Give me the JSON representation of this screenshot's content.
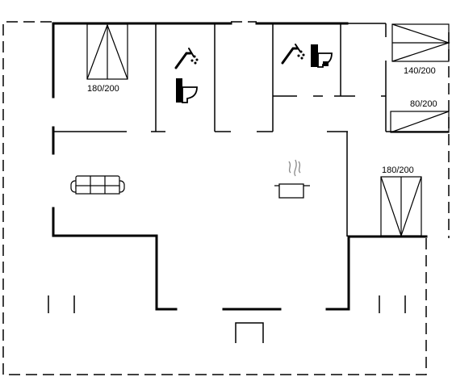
{
  "floorplan": {
    "bed_labels": {
      "room_top_left": "180/200",
      "room_top_right": "140/200",
      "room_mid_right": "80/200",
      "room_bottom_right": "180/200"
    },
    "icons": {
      "shower": "shower-icon",
      "toilet": "toilet-icon",
      "sofa": "sofa-icon",
      "cooking_pot": "cooking-pot-icon",
      "bed": "bed-icon"
    },
    "colors": {
      "wall": "#000000",
      "background": "#ffffff"
    }
  }
}
